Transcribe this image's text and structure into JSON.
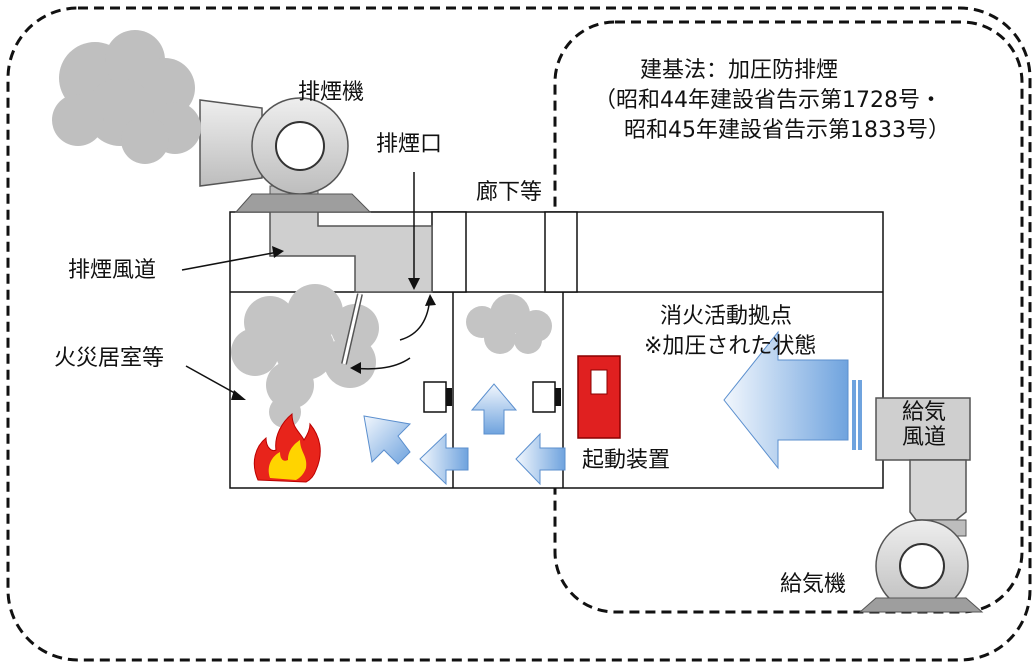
{
  "region_title": {
    "line1": "建基法：加圧防排煙",
    "line2": "（昭和44年建設省告示第1728号・",
    "line3": "昭和45年建設省告示第1833号）"
  },
  "labels": {
    "exhaust_fan": "排煙機",
    "exhaust_outlet": "排煙口",
    "corridor": "廊下等",
    "exhaust_duct": "排煙風道",
    "fire_room": "火災居室等",
    "fire_base_line1": "消火活動拠点",
    "fire_base_line2": "※加圧された状態",
    "activation_device": "起動装置",
    "supply_duct_line1": "給気",
    "supply_duct_line2": "風道",
    "supply_fan": "給気機"
  },
  "icons": {
    "fire": "fire-icon",
    "smoke": "smoke-cloud-icon",
    "fan": "centrifugal-fan-icon",
    "device": "activation-device-icon"
  },
  "colors": {
    "line": "#111111",
    "smoke": "#c8c8c8",
    "duct": "#cfcfcf",
    "device_red": "#e02020",
    "arrow_light": "#eaf2fc",
    "arrow_dark": "#6fa3de",
    "flame_red": "#e8241b",
    "flame_yellow": "#ffd400"
  }
}
